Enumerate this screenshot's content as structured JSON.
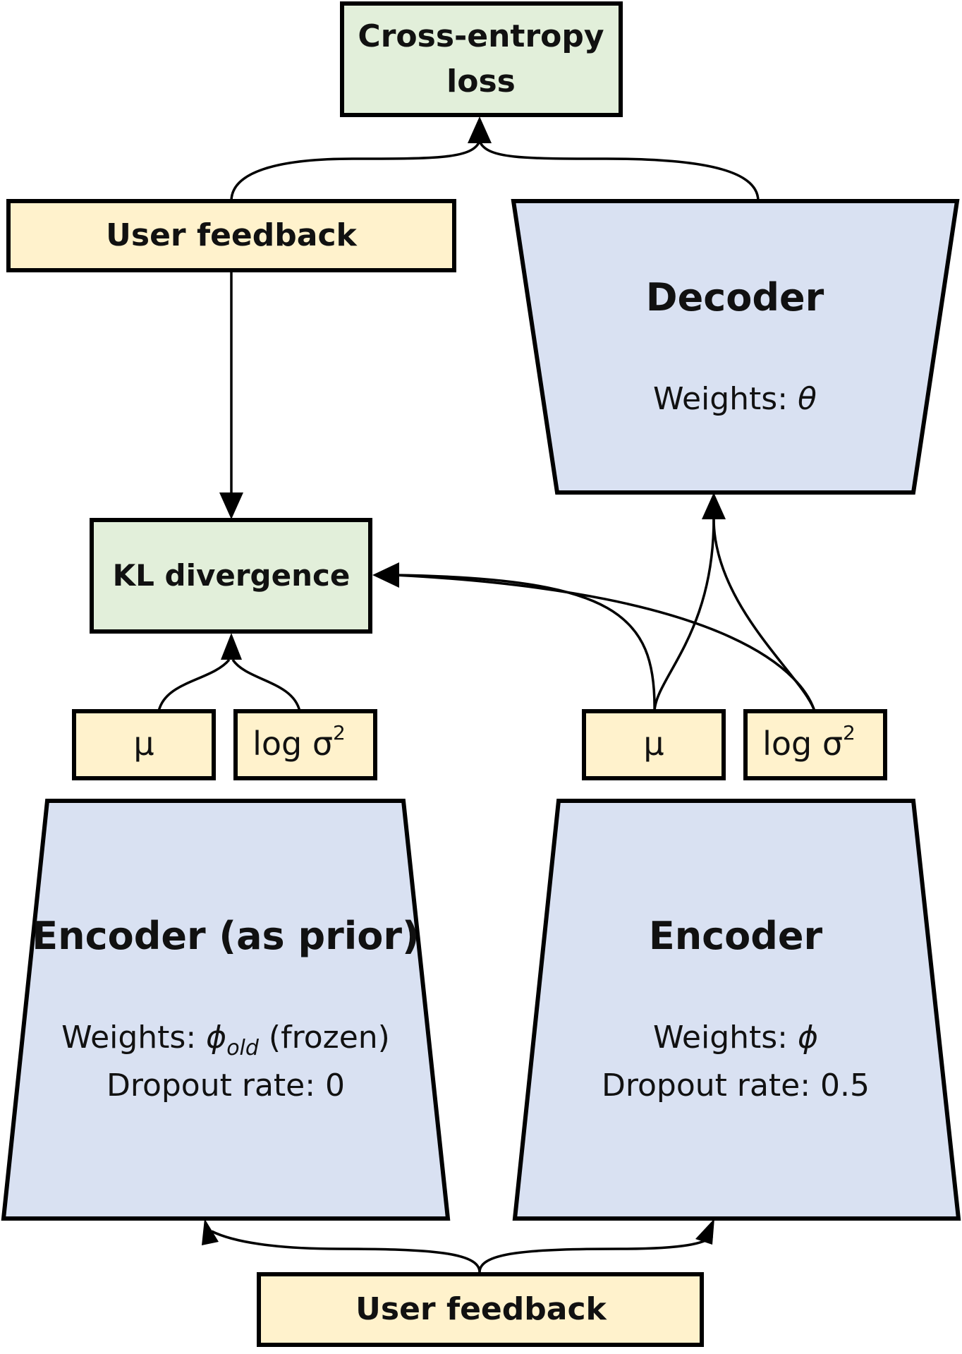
{
  "colors": {
    "loss_fill": "#e2efda",
    "feedback_fill": "#fff2cc",
    "network_fill": "#d9e1f2",
    "stroke": "#000000"
  },
  "cross_entropy": {
    "line1": "Cross-entropy",
    "line2": "loss"
  },
  "user_feedback_top": "User feedback",
  "decoder": {
    "title": "Decoder",
    "weights_label": "Weights: ",
    "weights_symbol": "θ"
  },
  "kl_divergence": "KL divergence",
  "prior_latent": {
    "mu": "μ",
    "log_var": "log σ",
    "log_var_exp": "2"
  },
  "latent": {
    "mu": "μ",
    "log_var": "log σ",
    "log_var_exp": "2"
  },
  "encoder_prior": {
    "title": "Encoder (as prior)",
    "weights_label": "Weights: ",
    "weights_symbol": "ϕ",
    "weights_subscript": "old",
    "weights_note": " (frozen)",
    "dropout": "Dropout rate: 0"
  },
  "encoder": {
    "title": "Encoder",
    "weights_label": "Weights: ",
    "weights_symbol": "ϕ",
    "dropout": "Dropout rate: 0.5"
  },
  "user_feedback_bottom": "User feedback"
}
